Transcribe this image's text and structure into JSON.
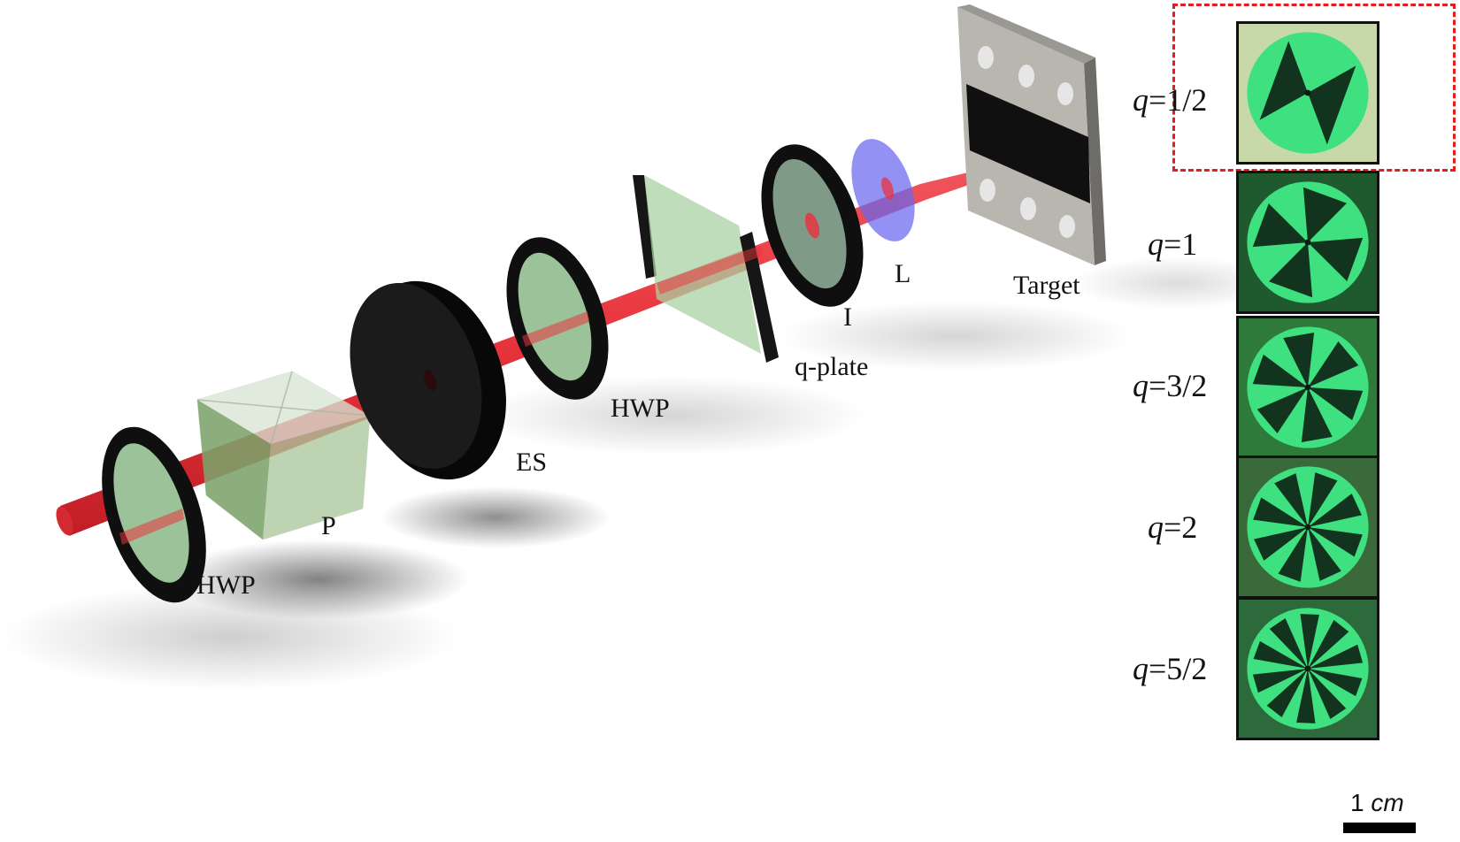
{
  "labels": {
    "hwp1": "HWP",
    "p": "P",
    "es": "ES",
    "hwp2": "HWP",
    "qplate": "q-plate",
    "i": "I",
    "l": "L",
    "target": "Target"
  },
  "samples": [
    {
      "q_symbol": "q",
      "q_value": "=1/2",
      "charge": 0.5,
      "highlighted": true
    },
    {
      "q_symbol": "q",
      "q_value": "=1",
      "charge": 1,
      "highlighted": false
    },
    {
      "q_symbol": "q",
      "q_value": "=3/2",
      "charge": 1.5,
      "highlighted": false
    },
    {
      "q_symbol": "q",
      "q_value": "=2",
      "charge": 2,
      "highlighted": false
    },
    {
      "q_symbol": "q",
      "q_value": "=5/2",
      "charge": 2.5,
      "highlighted": false
    }
  ],
  "scale_bar": {
    "number": "1",
    "unit": "cm"
  },
  "colors": {
    "beam": "#e8343c",
    "optic_mount": "#151515",
    "optic_glass": "#9ec99e",
    "polarizer_cube": "#7aa266",
    "lens": "#6a66ee",
    "target_frame": "#b9b6b0",
    "highlight_box": "#e02020",
    "sample_green": "#3ee080"
  }
}
